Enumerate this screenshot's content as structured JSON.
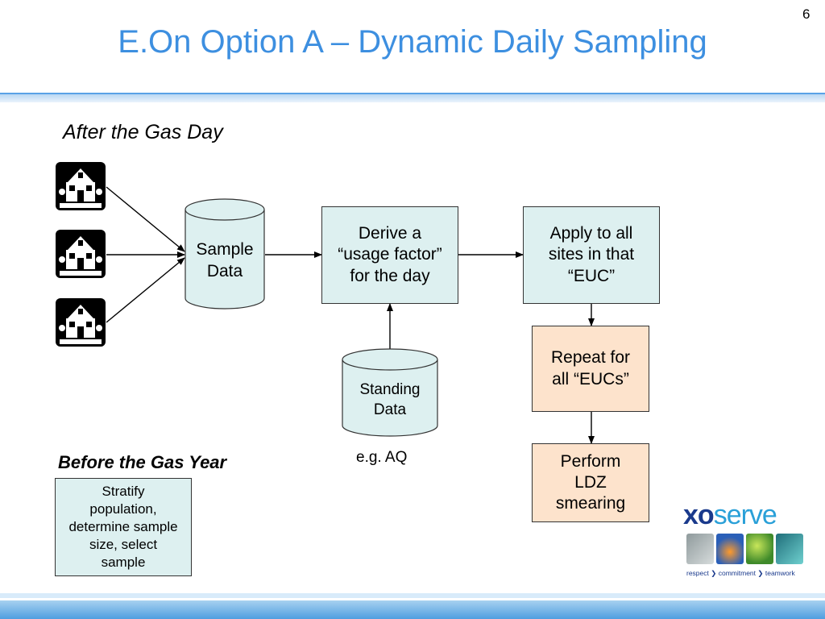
{
  "slide": {
    "number": "6",
    "title": "E.On Option A – Dynamic Daily Sampling"
  },
  "sections": {
    "after": "After the Gas Day",
    "before": "Before the Gas Year"
  },
  "nodes": {
    "sample_data": {
      "line1": "Sample",
      "line2": "Data"
    },
    "derive": {
      "line1": "Derive a",
      "line2": "“usage factor”",
      "line3": "for the day"
    },
    "apply": {
      "line1": "Apply to all",
      "line2": "sites in that",
      "line3": "“EUC”"
    },
    "repeat": {
      "line1": "Repeat for",
      "line2": "all “EUCs”"
    },
    "perform": {
      "line1": "Perform",
      "line2": "LDZ",
      "line3": "smearing"
    },
    "standing_data": {
      "line1": "Standing",
      "line2": "Data"
    },
    "standing_note": "e.g. AQ",
    "stratify": {
      "line1": "Stratify",
      "line2": "population,",
      "line3": "determine sample",
      "line4": "size, select",
      "line5": "sample"
    }
  },
  "logo": {
    "mark": "xo",
    "word": "serve",
    "tagline": "respect ❯ commitment ❯ teamwork"
  },
  "colors": {
    "title": "#3d8fe0",
    "process_box": "#ddf0f0",
    "repeat_box": "#fde3cc",
    "logo_navy": "#1a3a8c",
    "logo_blue": "#2aa0d8"
  }
}
